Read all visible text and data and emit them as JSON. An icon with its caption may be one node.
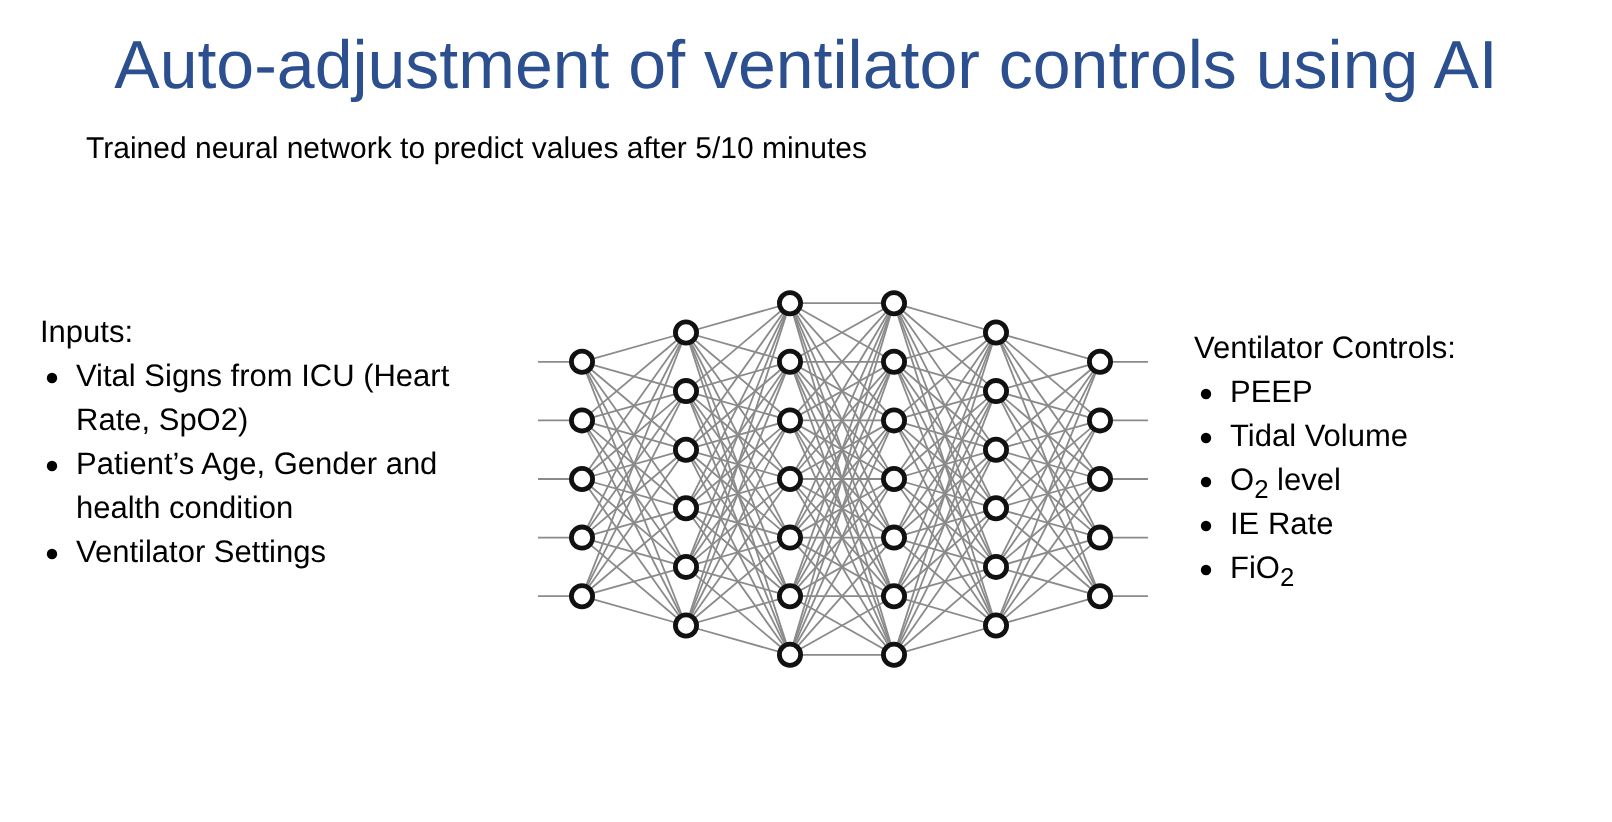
{
  "diagram": {
    "title": "Auto-adjustment of ventilator controls using AI",
    "labels": [
      "Trained neural network to predict values after 5/10 minutes",
      "Inputs:",
      "Vital Signs from ICU (Heart Rate, SpO2)",
      "Patient’s Age, Gender and health condition",
      "Ventilator Settings",
      "Ventilator Controls:",
      "PEEP",
      "Tidal Volume",
      "O$_{2}$ level",
      "IE Rate",
      "FiO$_{2}$"
    ]
  }
}
